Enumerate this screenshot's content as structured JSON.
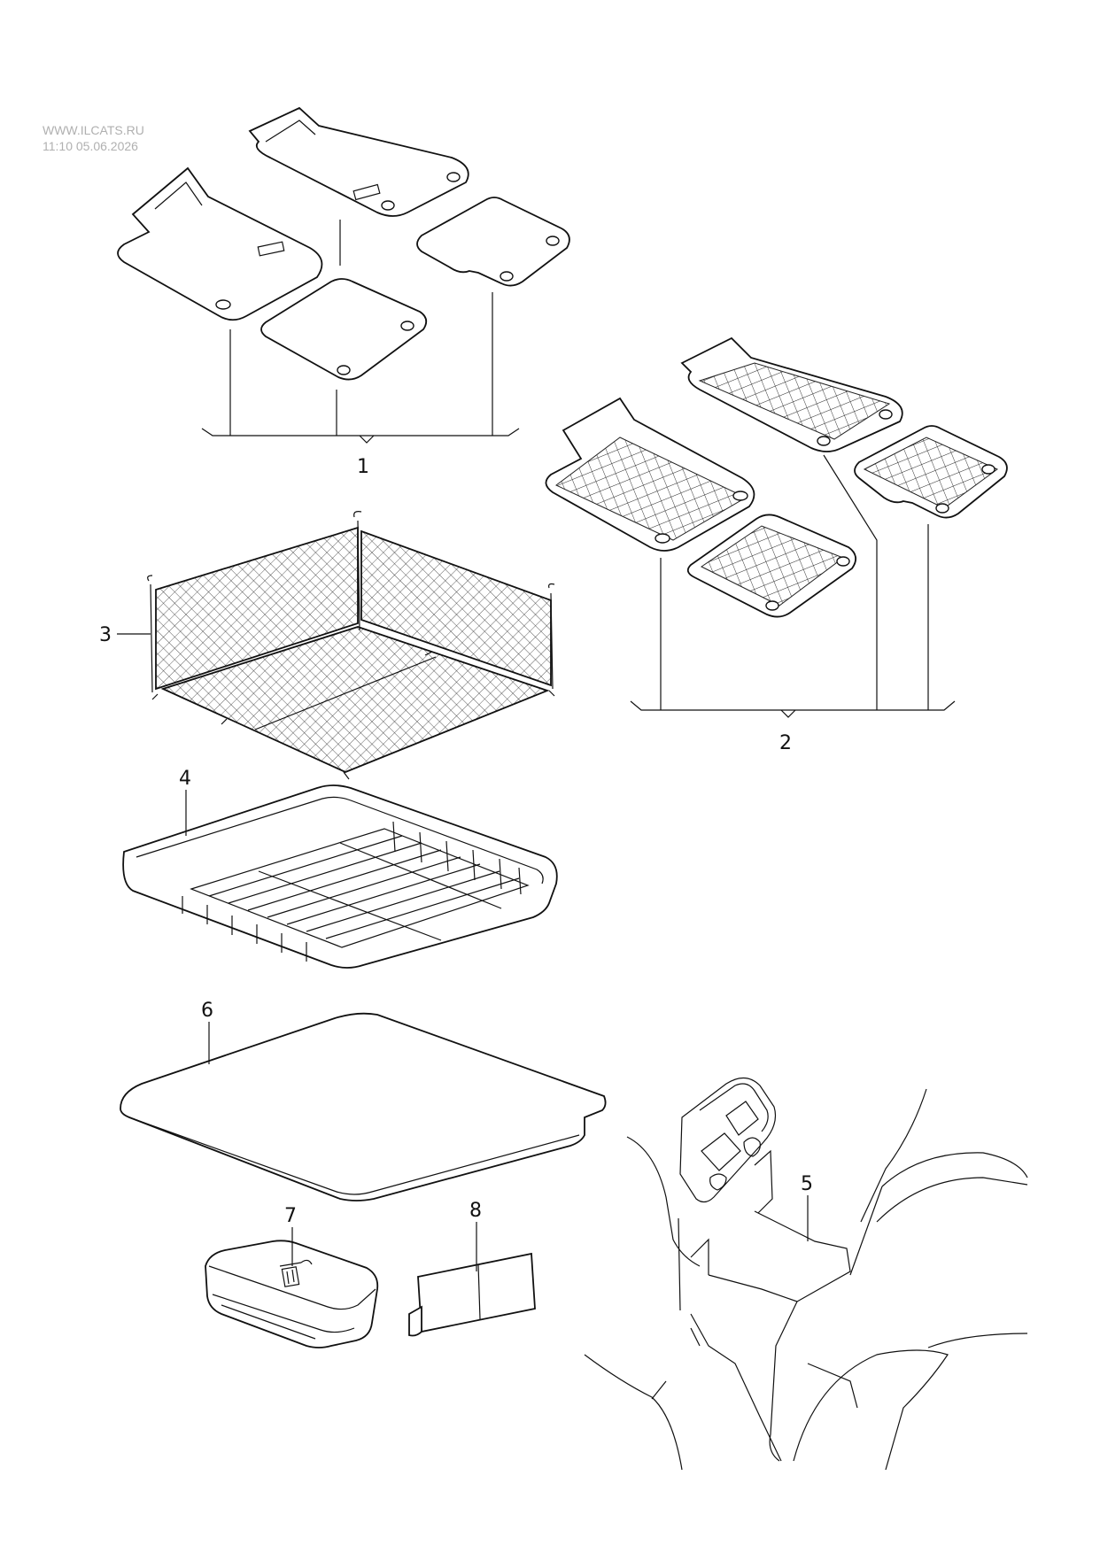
{
  "watermark": {
    "site": "WWW.ILCATS.RU",
    "timestamp": "11:10 05.06.2026"
  },
  "callouts": [
    {
      "id": "1",
      "label": "1"
    },
    {
      "id": "2",
      "label": "2"
    },
    {
      "id": "3",
      "label": "3"
    },
    {
      "id": "4",
      "label": "4"
    },
    {
      "id": "5",
      "label": "5"
    },
    {
      "id": "6",
      "label": "6"
    },
    {
      "id": "7",
      "label": "7"
    },
    {
      "id": "8",
      "label": "8"
    }
  ]
}
